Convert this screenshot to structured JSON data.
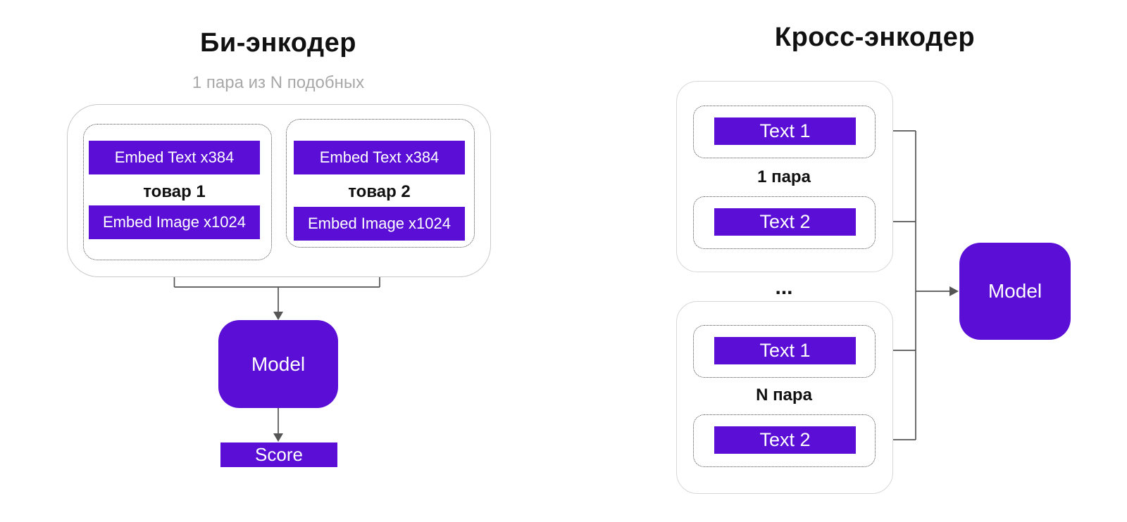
{
  "colors": {
    "purple": "#5a0ed6",
    "line_gray": "#555555",
    "container_border": "#c9c9c9",
    "subtitle_gray": "#a8a8a8"
  },
  "bi_encoder": {
    "title": "Би-энкодер",
    "subtitle": "1 пара из N подобных",
    "pairs": [
      {
        "embed_text": "Embed Text x384",
        "label": "товар 1",
        "embed_image": "Embed Image x1024"
      },
      {
        "embed_text": "Embed Text x384",
        "label": "товар 2",
        "embed_image": "Embed Image x1024"
      }
    ],
    "model_label": "Model",
    "score_label": "Score"
  },
  "cross_encoder": {
    "title": "Кросс-энкодер",
    "groups": [
      {
        "text1": "Text 1",
        "label": "1 пара",
        "text2": "Text 2"
      },
      {
        "text1": "Text 1",
        "label": "N пара",
        "text2": "Text 2"
      }
    ],
    "ellipsis": "...",
    "model_label": "Model"
  }
}
